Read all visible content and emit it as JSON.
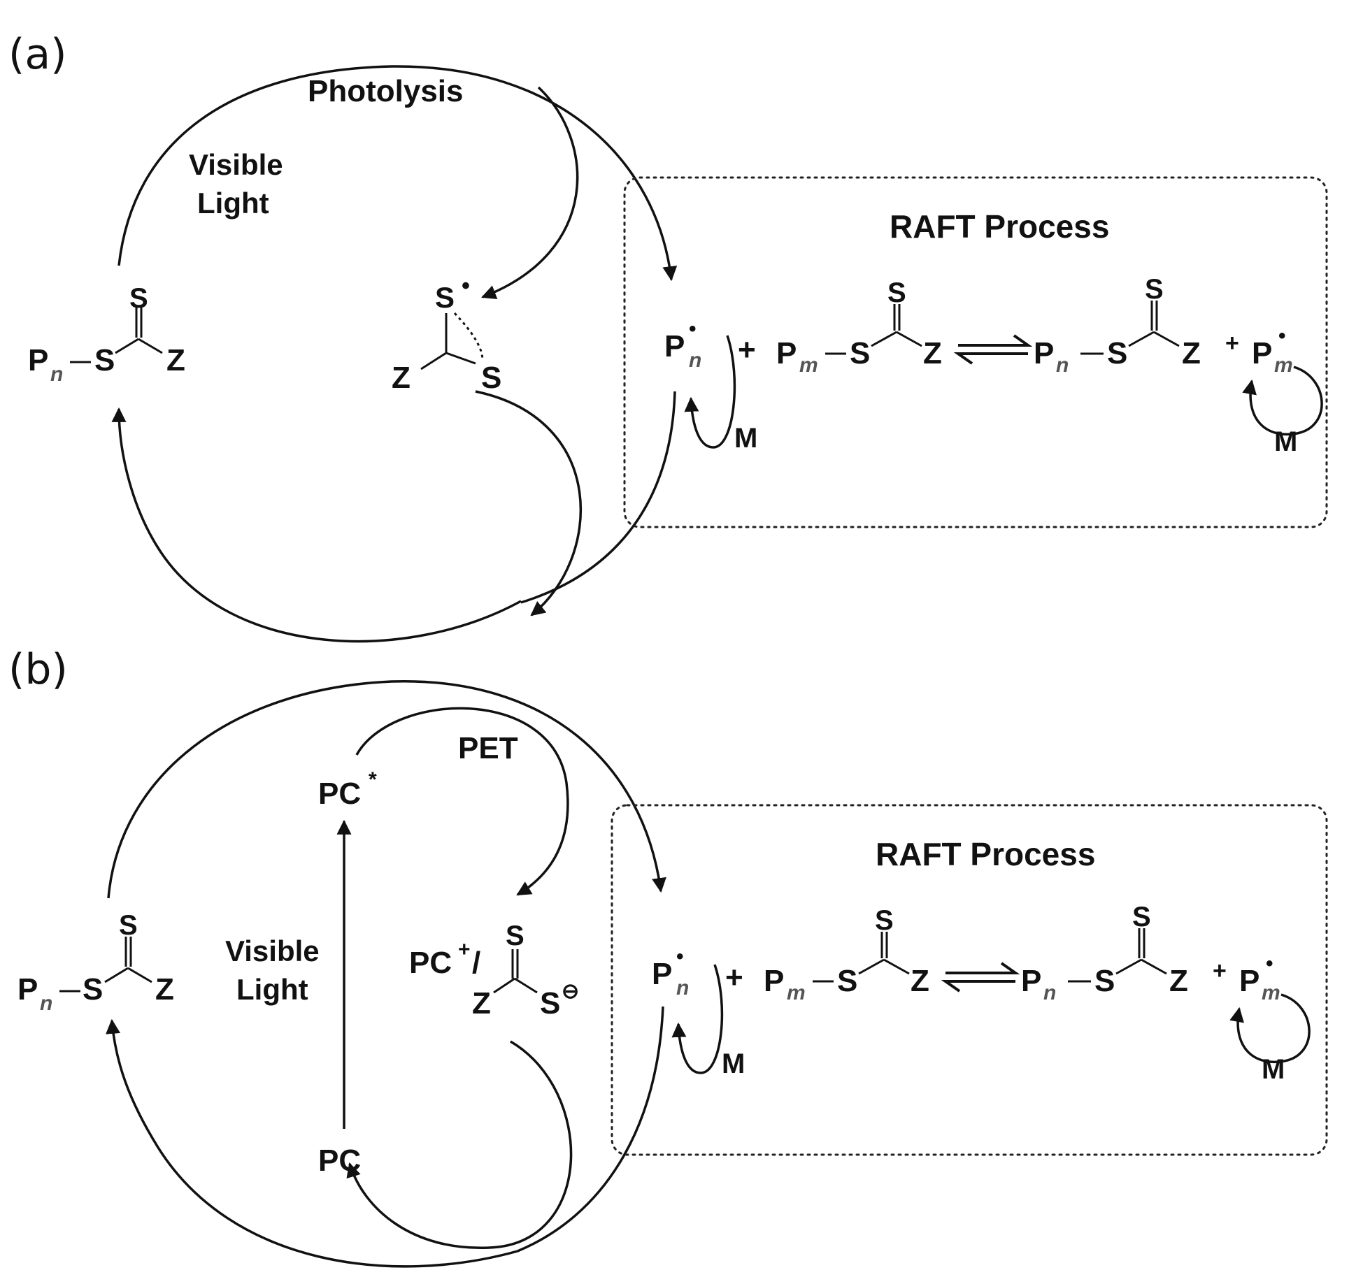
{
  "panel_a": {
    "label": "(a)",
    "photolysis": "Photolysis",
    "visible": "Visible",
    "light": "Light",
    "raft_title": "RAFT Process",
    "cta": {
      "P": "P",
      "n": "n",
      "S": "S",
      "S_top": "S",
      "Z": "Z"
    },
    "radical": {
      "S_top": "S",
      "dot": "•",
      "Z": "Z",
      "S_bottom": "S"
    },
    "eq": {
      "Pn": "P",
      "n": "n",
      "dot": "•",
      "plus": "+",
      "M": "M",
      "Pm": "P",
      "m": "m",
      "S": "S",
      "S_top": "S",
      "Z": "Z",
      "Pn2": "P",
      "n2": "n",
      "S2": "S",
      "S_top2": "S",
      "Z2": "Z",
      "plus2": "+",
      "Pm2": "P",
      "m2": "m",
      "dot2": "•",
      "M2": "M"
    }
  },
  "panel_b": {
    "label": "(b)",
    "pet": "PET",
    "pc_star": "PC",
    "star": "*",
    "visible": "Visible",
    "light": "Light",
    "pc": "PC",
    "pc_plus": "PC",
    "plus_sup": "+",
    "slash": "/",
    "minus_sup": "⊖",
    "raft_title": "RAFT Process",
    "cta": {
      "P": "P",
      "n": "n",
      "S": "S",
      "S_top": "S",
      "Z": "Z"
    },
    "anion": {
      "S_top": "S",
      "Z": "Z",
      "S": "S"
    },
    "eq": {
      "Pn": "P",
      "n": "n",
      "dot": "•",
      "plus": "+",
      "M": "M",
      "Pm": "P",
      "m": "m",
      "S": "S",
      "S_top": "S",
      "Z": "Z",
      "Pn2": "P",
      "n2": "n",
      "S2": "S",
      "S_top2": "S",
      "Z2": "Z",
      "plus2": "+",
      "Pm2": "P",
      "m2": "m",
      "dot2": "•",
      "M2": "M"
    }
  }
}
